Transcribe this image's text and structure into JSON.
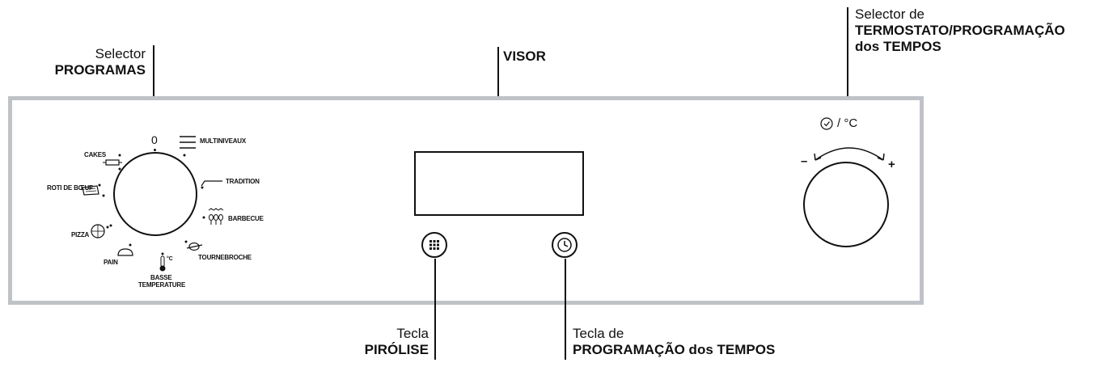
{
  "callouts": {
    "programas": {
      "line1": "Selector",
      "line2": "PROGRAMAS"
    },
    "visor": {
      "label": "VISOR"
    },
    "termostato": {
      "line1": "Selector de",
      "line2": "TERMOSTATO/PROGRAMAÇÃO",
      "line3": "dos TEMPOS"
    },
    "pirolise": {
      "line1": "Tecla",
      "line2": "PIRÓLISE"
    },
    "tempos": {
      "line1": "Tecla de",
      "line2": "PROGRAMAÇÃO dos TEMPOS"
    }
  },
  "program_dial": {
    "zero_label": "0",
    "programs": {
      "multiniveaux": "MULTINIVEAUX",
      "tradition": "TRADITION",
      "barbecue": "BARBECUE",
      "tournebroche": "TOURNEBROCHE",
      "basse_temperature_1": "BASSE",
      "basse_temperature_2": "TEMPERATURE",
      "pain": "PAIN",
      "pizza": "PIZZA",
      "roti": "ROTI DE BŒUF",
      "cakes": "CAKES",
      "degree_c": "°C"
    },
    "icons": [
      "multiniveaux-icon",
      "tradition-icon",
      "barbecue-icon",
      "tournebroche-icon",
      "thermometer-icon",
      "bread-icon",
      "pizza-icon",
      "roast-icon",
      "cake-icon"
    ]
  },
  "thermostat_dial": {
    "symbol": "/ °C",
    "minus": "–",
    "plus": "+",
    "icons": [
      "clock-icon",
      "rotate-arrow-icon"
    ]
  },
  "buttons": {
    "pirolise_icon": "keypad-icon",
    "tempos_icon": "clock-icon"
  },
  "colors": {
    "panel_border": "#bfc2c6",
    "ink": "#111111"
  }
}
